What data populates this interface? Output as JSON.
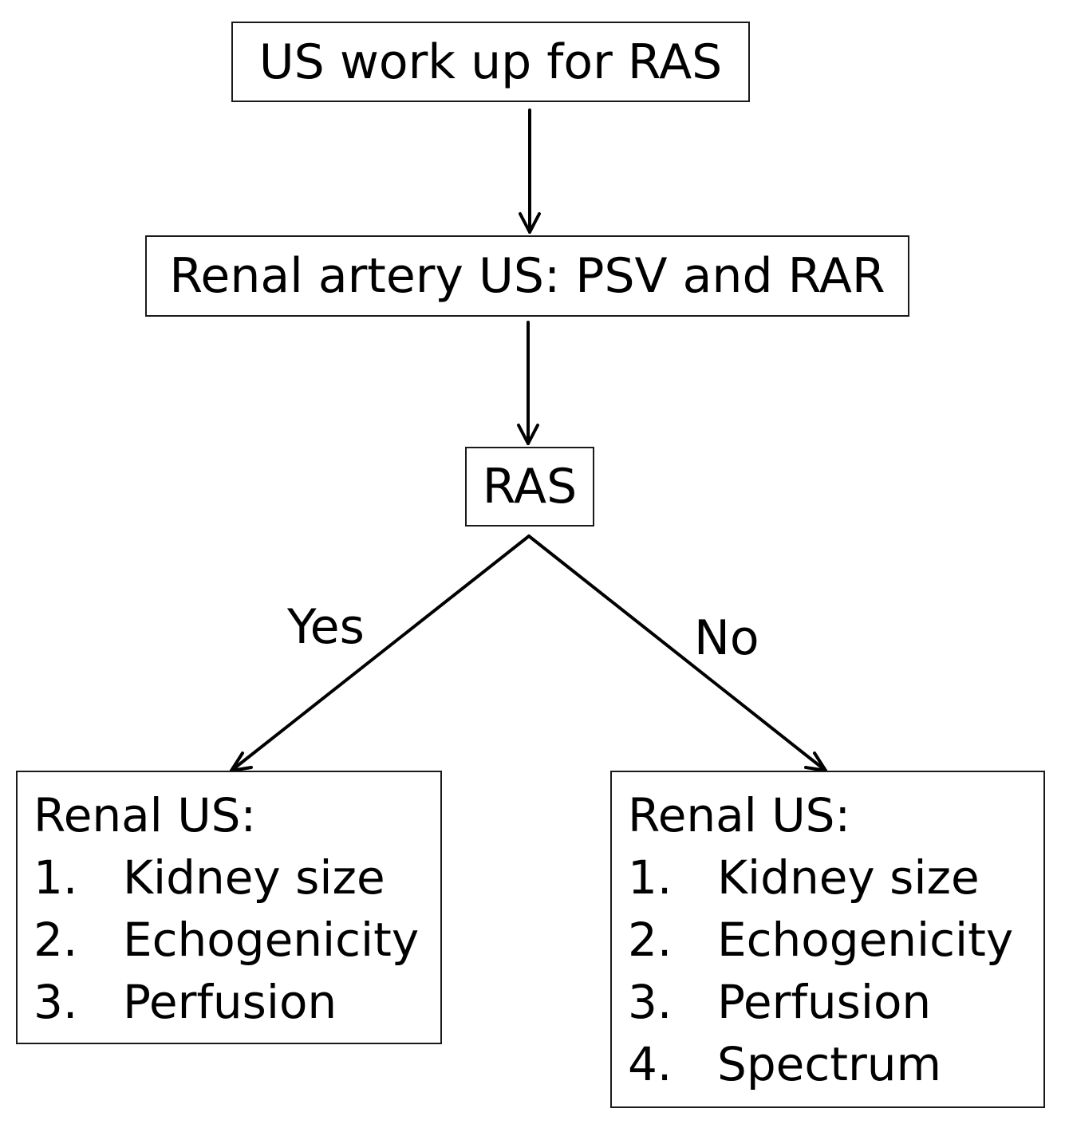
{
  "start_node": {
    "label": "US work up for RAS"
  },
  "step_node": {
    "label": "Renal artery US: PSV and RAR"
  },
  "decision_node": {
    "label": "RAS"
  },
  "branches": {
    "yes_label": "Yes",
    "no_label": "No"
  },
  "yes_result": {
    "heading": "Renal US:",
    "items": [
      {
        "num": "1.",
        "text": "Kidney size"
      },
      {
        "num": "2.",
        "text": "Echogenicity"
      },
      {
        "num": "3.",
        "text": "Perfusion"
      }
    ]
  },
  "no_result": {
    "heading": "Renal US:",
    "items": [
      {
        "num": "1.",
        "text": "Kidney size"
      },
      {
        "num": "2.",
        "text": "Echogenicity"
      },
      {
        "num": "3.",
        "text": "Perfusion"
      },
      {
        "num": "4.",
        "text": "Spectrum"
      }
    ]
  },
  "colors": {
    "line": "#000000",
    "border": "#1a1a1a",
    "background": "#ffffff"
  }
}
